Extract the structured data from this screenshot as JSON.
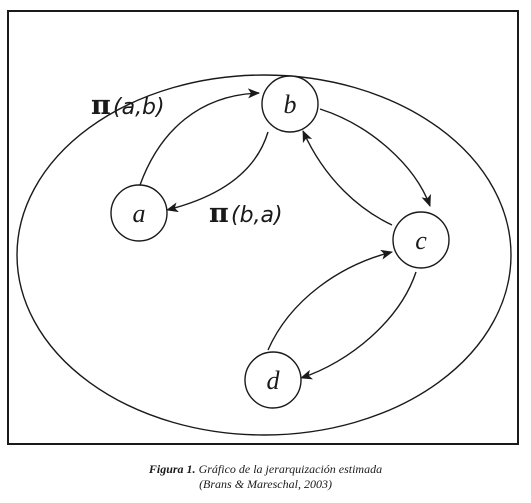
{
  "diagram": {
    "nodes": [
      {
        "id": "a",
        "label": "a"
      },
      {
        "id": "b",
        "label": "b"
      },
      {
        "id": "c",
        "label": "c"
      },
      {
        "id": "d",
        "label": "d"
      }
    ],
    "edges": [
      {
        "from": "a",
        "to": "b",
        "label": "π(a,b)"
      },
      {
        "from": "b",
        "to": "a",
        "label": "π(b,a)"
      },
      {
        "from": "b",
        "to": "c",
        "label": ""
      },
      {
        "from": "c",
        "to": "b",
        "label": ""
      },
      {
        "from": "d",
        "to": "c",
        "label": ""
      },
      {
        "from": "c",
        "to": "d",
        "label": ""
      }
    ],
    "edge_labels": {
      "ab": {
        "symbol": "π",
        "args": "(a,b)"
      },
      "ba": {
        "symbol": "π",
        "args": "(b,a)"
      }
    }
  },
  "caption": {
    "label": "Figura 1.",
    "title": "Gráfico de la jerarquización estimada",
    "source": "(Brans & Mareschal, 2003)"
  }
}
